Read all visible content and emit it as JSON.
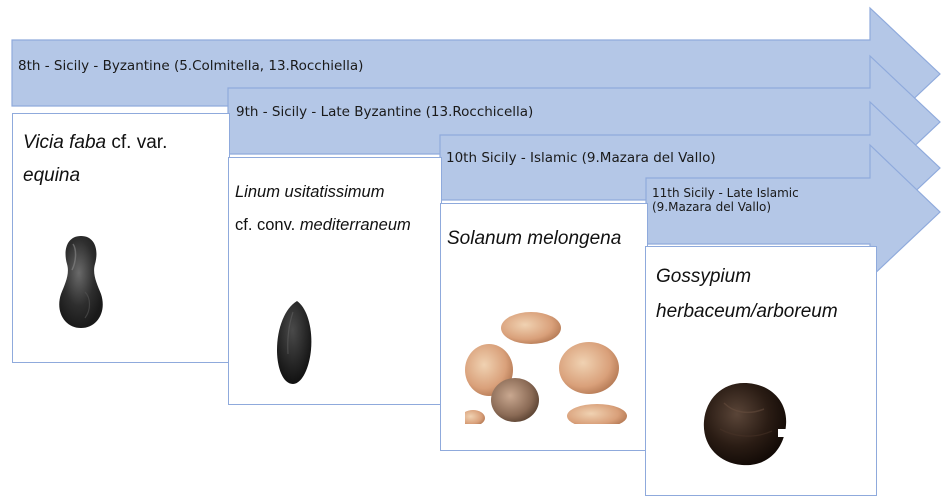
{
  "periods": [
    {
      "label": "8th - Sicily - Byzantine (5.Colmitella, 13.Rocchiella)",
      "species": {
        "italic": "Vicia faba",
        "rest": " cf. var.",
        "italic2": "equina"
      }
    },
    {
      "label": "9th - Sicily - Late Byzantine (13.Rocchicella)",
      "species": {
        "italic": "Linum usitatissimum",
        "rest": "cf. conv. ",
        "italic2": "mediterraneum"
      }
    },
    {
      "label": "10th Sicily - Islamic (9.Mazara del Vallo)",
      "species": {
        "italic": "Solanum melongena"
      }
    },
    {
      "label": "11th Sicily  - Late Islamic (9.Mazara del Vallo)",
      "species": {
        "italic": "Gossypium",
        "italic2": "herbaceum/arboreum"
      }
    }
  ],
  "colors": {
    "arrow_fill": "#b4c7e7",
    "arrow_stroke": "#8faadc",
    "card_border": "#8faadc"
  },
  "images": [
    "bean-seed",
    "flax-seed",
    "eggplant-seeds",
    "cotton-seed"
  ]
}
